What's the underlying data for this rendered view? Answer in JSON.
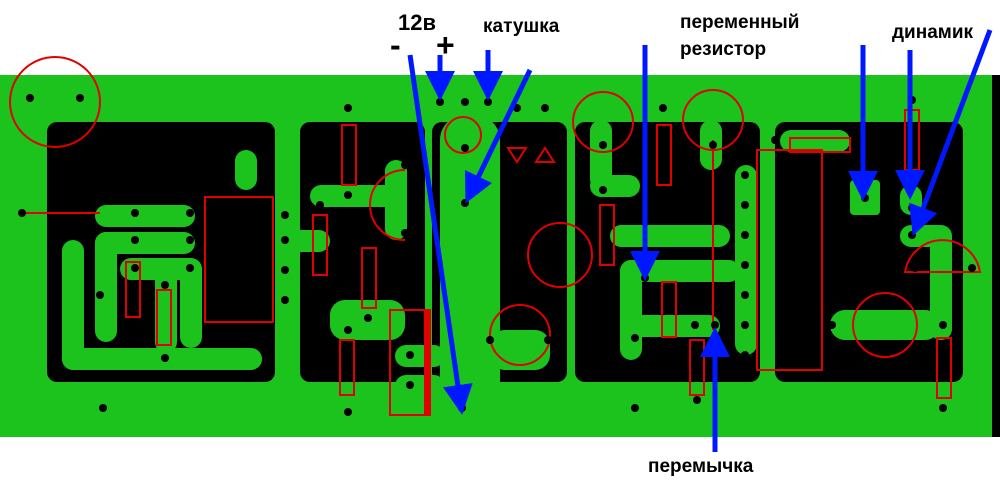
{
  "labels": {
    "voltage": "12в",
    "minus": "-",
    "plus": "+",
    "coil": "катушка",
    "variable_resistor_line1": "переменный",
    "variable_resistor_line2": "резистор",
    "speaker": "динамик",
    "jumper": "перемычка"
  },
  "colors": {
    "board": "#1cc31c",
    "copper_clear": "#000000",
    "silkscreen": "#e00000",
    "arrow": "#0018ff"
  }
}
